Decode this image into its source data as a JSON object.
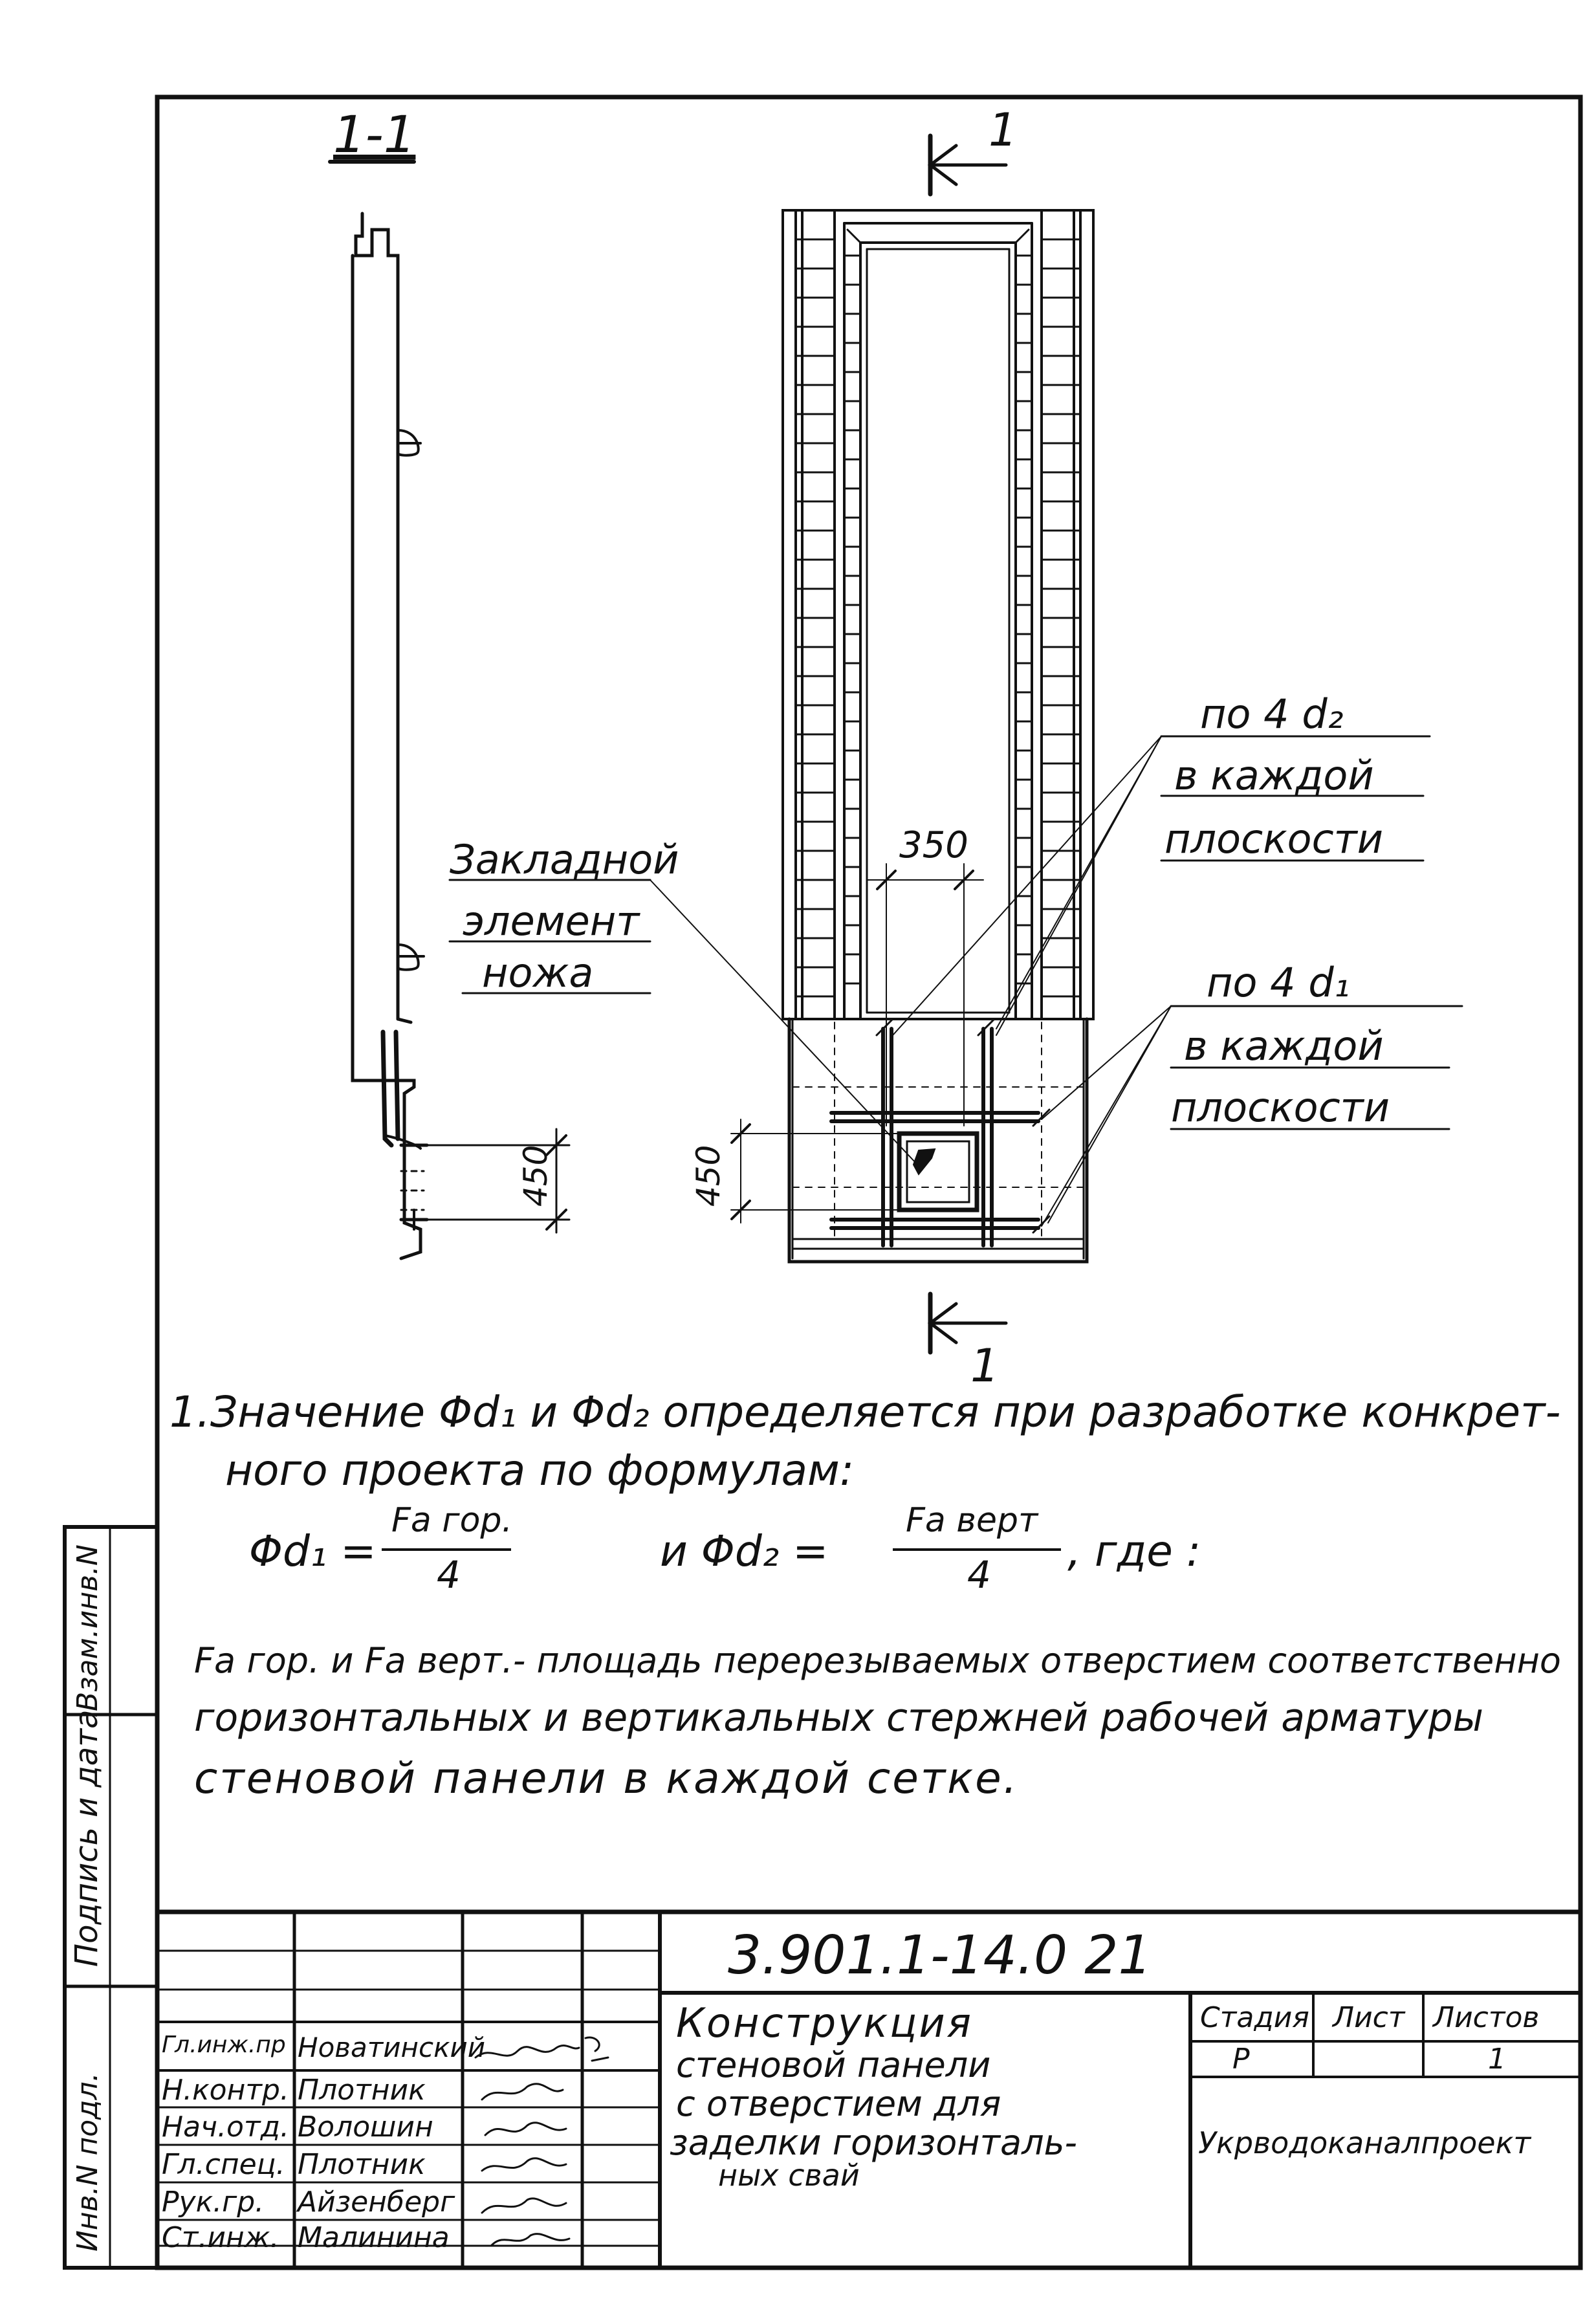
{
  "drawing": {
    "section_label": "1-1",
    "cut_mark_top": "1",
    "cut_mark_bottom": "1",
    "dim_350": "350",
    "dim_450_left": "450",
    "dim_450_right": "450",
    "callout_embedded": [
      "Закладной",
      "элемент",
      "ножа"
    ],
    "callout_d2": [
      "по 4 d₂",
      "в каждой",
      "плоскости"
    ],
    "callout_d1": [
      "по 4 d₁",
      "в каждой",
      "плоскости"
    ]
  },
  "notes": {
    "line1": "1.Значение Φd₁ и Φd₂ определяется при разработке конкрет-",
    "line2": "ного проекта по формулам:",
    "f1_lhs": "Φd₁ =",
    "f1_num": "Fa гор.",
    "f1_den": "4",
    "f_and": "и  Φd₂ =",
    "f2_num": "Fa верт",
    "f2_den": "4",
    "f_tail": ",   где :",
    "def1": "Fa гор. и Fa верт.- площадь перерезываемых отверстием соответственно",
    "def2": "горизонтальных и вертикальных стержней рабочей арматуры",
    "def3": "стеновой панели в каждой сетке."
  },
  "margin_stamp": {
    "inv": "Взам.инв.N",
    "sign": "Подпись и дата",
    "orig": "Инв.N подл."
  },
  "title_block": {
    "code": "3.901.1-14.0  21",
    "roles": [
      "Гл.инж.пр",
      "Н.контр.",
      "Нач.отд.",
      "Гл.спец.",
      "Рук.гр.",
      "Ст.инж."
    ],
    "names": [
      "Новатинский",
      "Плотник",
      "Волошин",
      "Плотник",
      "Айзенберг",
      "Малинина"
    ],
    "title_lines": [
      "Конструкция",
      "стеновой панели",
      "с отверстием для",
      "заделки горизонталь-",
      "ных свай"
    ],
    "stage_label": "Стадия",
    "sheet_label": "Лист",
    "sheets_label": "Листов",
    "stage": "Р",
    "sheets": "1",
    "org": "Укрводоканалпроект"
  }
}
